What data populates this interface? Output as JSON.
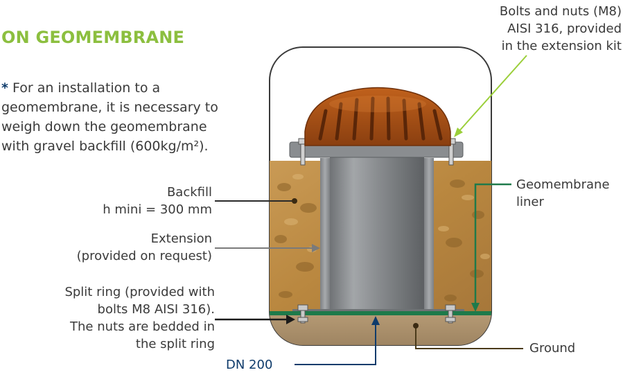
{
  "title": "ON GEOMEMBRANE",
  "note": {
    "star": "*",
    "text": " For an installation to a\ngeomembrane, it is necessary to\nweigh down the geomembrane\nwith gravel backfill (600kg/m²)."
  },
  "labels": {
    "bolts": "Bolts and nuts (M8)\nAISI 316, provided\nin the extension kit",
    "backfill": "Backfill\nh mini = 300 mm",
    "extension": "Extension\n(provided on request)",
    "split_ring": "Split ring (provided with\nbolts M8 AISI 316).\nThe nuts are bedded in\nthe split ring",
    "dn": "DN 200",
    "geomembrane": "Geomembrane\nliner",
    "ground": "Ground"
  },
  "colors": {
    "title": "#8cbf3f",
    "accent_navy": "#0e3b6b",
    "geomembrane_green": "#1e7a4a",
    "arrow_lime": "#9bcf3a",
    "leader_dark": "#2a2a2a",
    "leader_brown": "#4a3a1a",
    "leader_gray": "#7a7a7a"
  }
}
